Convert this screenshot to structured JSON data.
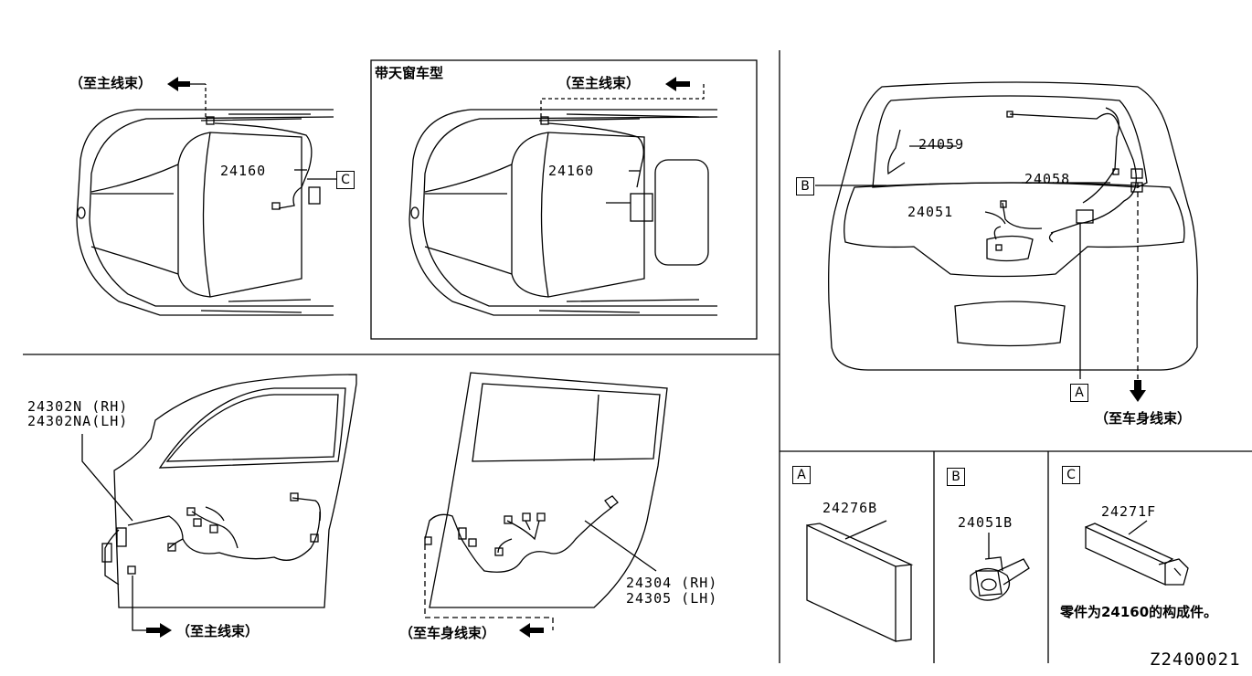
{
  "diagram": {
    "code": "Z2400021",
    "sunroof_title": "带天窗车型",
    "to_main_harness": "（至主线束）",
    "to_body_harness": "（至车身线束）",
    "parts": {
      "p24160": "24160",
      "p24059": "24059",
      "p24058": "24058",
      "p24051": "24051",
      "p24302n": "24302N (RH)",
      "p24302na": "24302NA(LH)",
      "p24304": "24304 (RH)",
      "p24305": "24305 (LH)",
      "p24276b": "24276B",
      "p24051b": "24051B",
      "p24271f": "24271F"
    },
    "callouts": {
      "a": "A",
      "b": "B",
      "c": "C"
    },
    "note": "零件为24160的构成件。"
  }
}
